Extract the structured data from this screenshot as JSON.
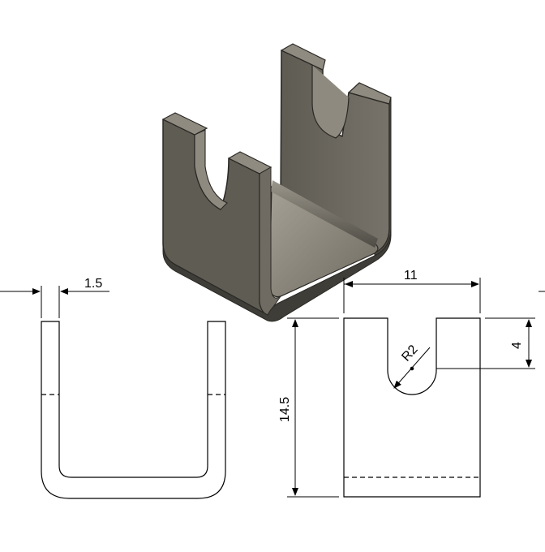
{
  "dimensions": {
    "thickness": "1.5",
    "width": "11",
    "height": "14.5",
    "slot_depth": "4",
    "slot_radius": "R2"
  },
  "colors": {
    "face_dark": "#5b5850",
    "face_mid": "#6e6a61",
    "face_light": "#8e8a80",
    "floor": "#7d796f",
    "edge": "#2a2824",
    "line": "#000000"
  }
}
